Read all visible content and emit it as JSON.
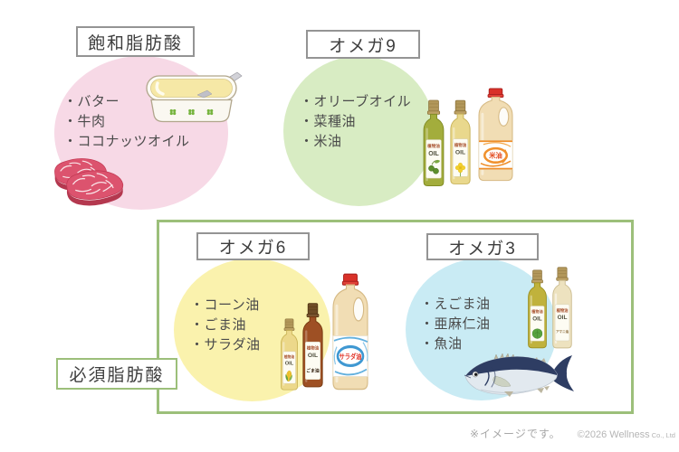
{
  "groups": {
    "saturated": {
      "label": "飽和脂肪酸",
      "items": [
        "バター",
        "牛肉",
        "ココナッツオイル"
      ],
      "circle_color": "#f7d9e6"
    },
    "omega9": {
      "label": "オメガ9",
      "items": [
        "オリーブオイル",
        "菜種油",
        "米油"
      ],
      "circle_color": "#d8ecc3"
    },
    "omega6": {
      "label": "オメガ6",
      "items": [
        "コーン油",
        "ごま油",
        "サラダ油"
      ],
      "circle_color": "#faf2ad"
    },
    "omega3": {
      "label": "オメガ3",
      "items": [
        "えごま油",
        "亜麻仁油",
        "魚油"
      ],
      "circle_color": "#c9ebf4"
    }
  },
  "essential": {
    "label": "必須脂肪酸",
    "border_color": "#9cbf7a"
  },
  "bottle_labels": {
    "vegetable_oil": "植物油",
    "oil": "OIL",
    "sesame_oil": "ごま油",
    "flaxseed_oil": "アマニ油",
    "rice_oil": "米油",
    "salad_oil": "サラダ油"
  },
  "footer": {
    "note": "※イメージです。",
    "copyright": "©2026 Wellness",
    "copyright_suffix": "Co., Ltd"
  }
}
